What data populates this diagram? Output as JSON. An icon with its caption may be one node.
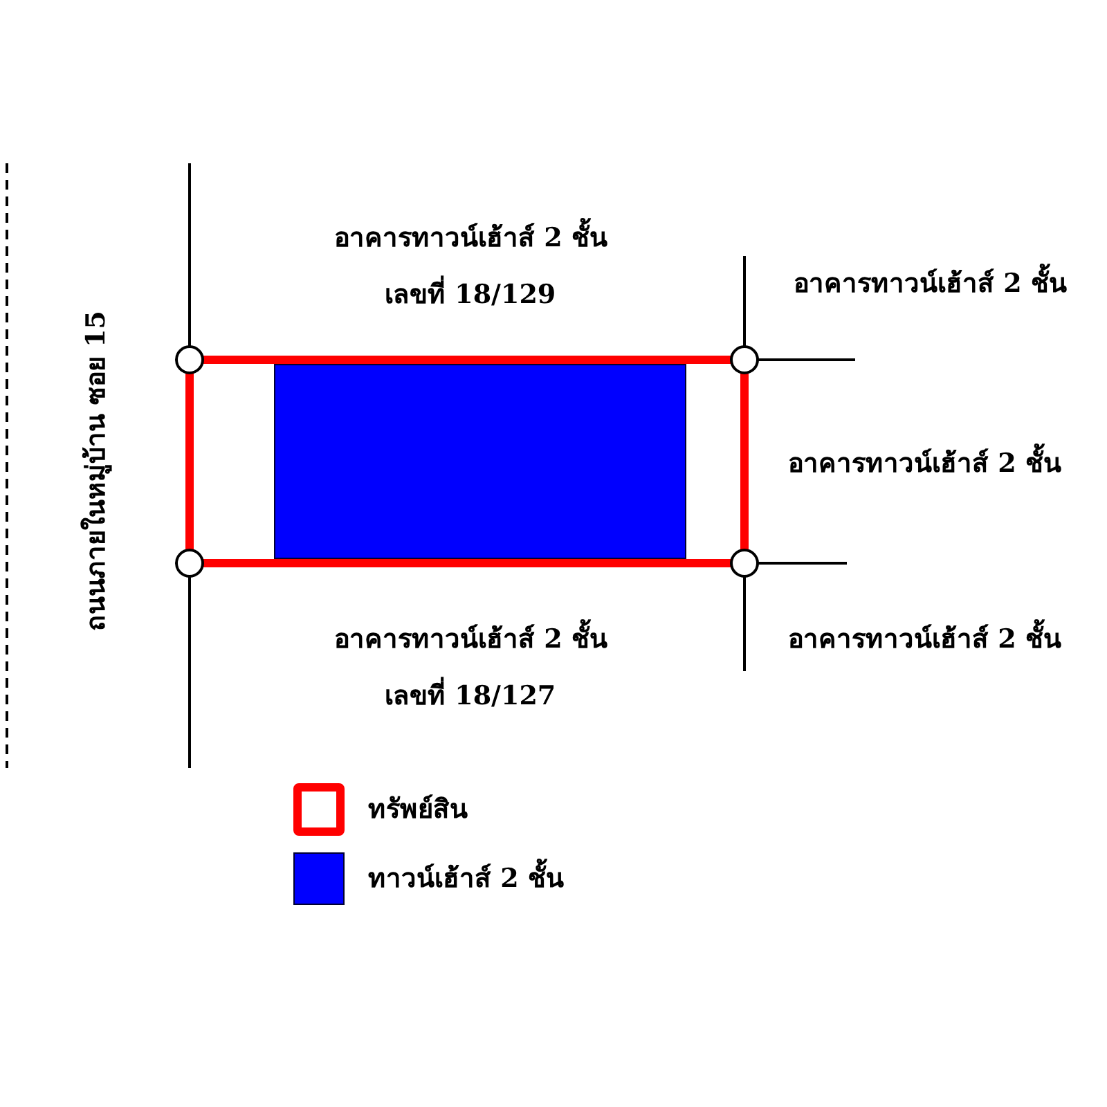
{
  "diagram": {
    "nodes": [
      {
        "text": [],
        "shape": "box"
      },
      {
        "text": [],
        "shape": "box",
        "in": 0
      }
    ],
    "labels": [
      "ถนนภายในหมู่บ้าน ซอย 15",
      "อาคารทาวน์เฮ้าส์ 2 ชั้น",
      "เลขที่ 18/129",
      "อาคารทาวน์เฮ้าส์ 2 ชั้น",
      "อาคารทาวน์เฮ้าส์ 2 ชั้น",
      "อาคารทาวน์เฮ้าส์ 2 ชั้น",
      "อาคารทาวน์เฮ้าส์ 2 ชั้น",
      "เลขที่ 18/127"
    ],
    "legend": [
      {
        "text": "ทรัพย์สิน",
        "color": "#ff0000"
      },
      {
        "text": "ทาวน์เฮ้าส์ 2 ชั้น",
        "color": "#0000ff"
      }
    ]
  }
}
